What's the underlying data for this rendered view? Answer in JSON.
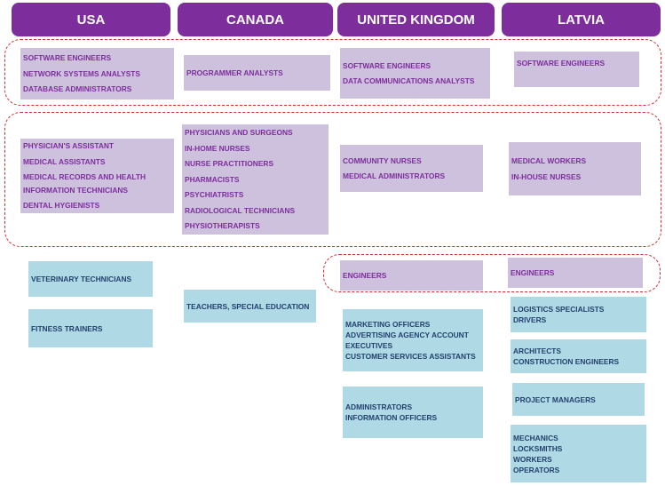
{
  "colors": {
    "header_bg": "#7d2e9c",
    "purple_box": "#cec1dd",
    "purple_text": "#7d2e9c",
    "blue_box": "#afdae5",
    "blue_text": "#23416e",
    "dashed_outline": "#d42a2a"
  },
  "headers": {
    "usa": "USA",
    "canada": "CANADA",
    "uk": "UNITED KINGDOM",
    "latvia": "LATVIA"
  },
  "it_row": {
    "usa": [
      "SOFTWARE ENGINEERS",
      "NETWORK SYSTEMS ANALYSTS",
      "DATABASE ADMINISTRATORS"
    ],
    "canada": [
      "PROGRAMMER ANALYSTS"
    ],
    "uk": [
      "SOFTWARE ENGINEERS",
      "DATA COMMUNICATIONS ANALYSTS"
    ],
    "latvia": [
      "SOFTWARE ENGINEERS"
    ]
  },
  "health_row": {
    "usa": [
      "PHYSICIAN'S ASSISTANT",
      "MEDICAL ASSISTANTS",
      "MEDICAL RECORDS AND HEALTH INFORMATION TECHNICIANS",
      "DENTAL HYGIENISTS"
    ],
    "canada": [
      "PHYSICIANS AND SURGEONS",
      "IN-HOME NURSES",
      "NURSE PRACTITIONERS",
      "PHARMACISTS",
      "PSYCHIATRISTS",
      "RADIOLOGICAL TECHNICIANS",
      "PHYSIOTHERAPISTS"
    ],
    "uk": [
      "COMMUNITY NURSES",
      "MEDICAL ADMINISTRATORS"
    ],
    "latvia": [
      "MEDICAL WORKERS",
      "IN-HOUSE NURSES"
    ]
  },
  "engineers_row": {
    "uk": [
      "ENGINEERS"
    ],
    "latvia": [
      "ENGINEERS"
    ]
  },
  "other": {
    "usa_1": [
      "VETERINARY TECHNICIANS"
    ],
    "usa_2": [
      "FITNESS TRAINERS"
    ],
    "canada_1": [
      "TEACHERS, SPECIAL EDUCATION"
    ],
    "uk_1": [
      "MARKETING OFFICERS",
      "ADVERTISING AGENCY ACCOUNT EXECUTIVES",
      "CUSTOMER SERVICES ASSISTANTS"
    ],
    "uk_2": [
      "ADMINISTRATORS",
      "INFORMATION OFFICERS"
    ],
    "latvia_1": [
      "LOGISTICS SPECIALISTS",
      "DRIVERS"
    ],
    "latvia_2": [
      "ARCHITECTS",
      "CONSTRUCTION ENGINEERS"
    ],
    "latvia_3": [
      "PROJECT MANAGERS"
    ],
    "latvia_4": [
      "MECHANICS",
      "LOCKSMITHS",
      "WORKERS",
      "OPERATORS"
    ]
  }
}
